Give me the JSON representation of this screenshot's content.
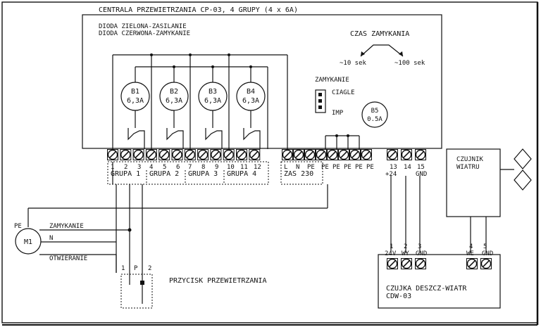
{
  "header": {
    "title": "CENTRALA PRZEWIETRZANIA CP-03, 4 GRUPY (4 x 6A)"
  },
  "leds": {
    "green": "DIODA ZIELONA-ZASILANIE",
    "red": "DIODA CZERWONA-ZAMYKANIE"
  },
  "closing_time": {
    "title": "CZAS ZAMYKANIA",
    "min": "~10 sek",
    "max": "~100 sek"
  },
  "closing_mode": {
    "title": "ZAMYKANIE",
    "continuous": "CIAGLE",
    "impulse": "IMP"
  },
  "fuses": [
    {
      "name": "B1",
      "rating": "6,3A"
    },
    {
      "name": "B2",
      "rating": "6,3A"
    },
    {
      "name": "B3",
      "rating": "6,3A"
    },
    {
      "name": "B4",
      "rating": "6,3A"
    }
  ],
  "fuse_b5": {
    "name": "B5",
    "rating": "0.5A"
  },
  "terminals": {
    "groups": [
      {
        "nums": [
          "1",
          "2",
          "3"
        ],
        "label": "GRUPA 1"
      },
      {
        "nums": [
          "4",
          "5",
          "6"
        ],
        "label": "GRUPA 2"
      },
      {
        "nums": [
          "7",
          "8",
          "9"
        ],
        "label": "GRUPA 3"
      },
      {
        "nums": [
          "10",
          "11",
          "12"
        ],
        "label": "GRUPA 4"
      }
    ],
    "power": {
      "nums": [
        "L",
        "N",
        "PE",
        "PE",
        "PE",
        "PE",
        "PE",
        "PE"
      ],
      "label": "ZAS 230"
    },
    "low": {
      "nums": [
        "13",
        "14",
        "15"
      ],
      "plus": "+24",
      "gnd": "GND"
    }
  },
  "wind_sensor": {
    "line1": "CZUJNIK",
    "line2": "WIATRU"
  },
  "motor": {
    "name": "M1",
    "pe": "PE",
    "close": "ZAMYKANIE",
    "n": "N",
    "open": "OTWIERANIE"
  },
  "button": {
    "label": "PRZYCISK PRZEWIETRZANIA",
    "t1": "1",
    "tp": "P",
    "t2": "2"
  },
  "cdw": {
    "line1": "CZUJKA DESZCZ-WIATR",
    "line2": "CDW-03",
    "nums": [
      "1",
      "2",
      "3"
    ],
    "labels": [
      "24V",
      "WY",
      "GND"
    ],
    "wnums": [
      "4",
      "5"
    ],
    "wlabels": [
      "WE",
      "GND"
    ]
  }
}
